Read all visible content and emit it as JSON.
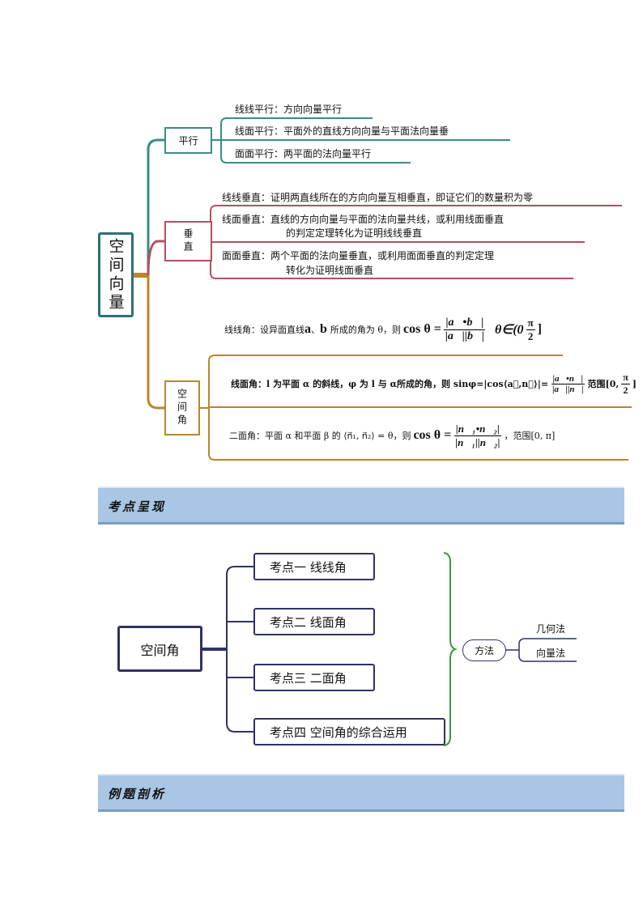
{
  "mindmap1": {
    "root": "空间向量",
    "colors": {
      "root": "#2e6f7a",
      "parallel": "#3a8c86",
      "perpendicular": "#b3505f",
      "angle": "#b8862b"
    },
    "parallel": {
      "label": "平行",
      "items": [
        "线线平行：方向向量平行",
        "线面平行：平面外的直线方向向量与平面法向量垂",
        "面面平行：两平面的法向量平行"
      ]
    },
    "perpendicular": {
      "label": "垂直",
      "items": [
        {
          "line1": "线线垂直：证明两直线所在的方向向量互相垂直，即证它们的数量积为零"
        },
        {
          "line1": "线面垂直：直线的方向向量与平面的法向量共线，或利用线面垂直",
          "line2": "的判定定理转化为证明线线垂直"
        },
        {
          "line1": "面面垂直：两个平面的法向量垂直，或利用面面垂直的判定定理",
          "line2": "转化为证明线面垂直"
        }
      ]
    },
    "angle": {
      "label": "空间角",
      "line_angle": {
        "prefix": "线线角：设异面直线",
        "a": "a",
        "sep": "、",
        "b": "b",
        "mid": "所成的角为 θ，则",
        "cos": "cos θ =",
        "num": "|a⃗•b⃗|",
        "den": "|a⃗||b⃗|",
        "range": "θ∈(0",
        "pi": "π",
        "two": "2",
        "close": "]"
      },
      "line_plane": {
        "prefix": "线面角：l 为平面 α 的斜线，φ 为 l 与 α所成的角，则 sinφ=|cos⟨a⃗,n⃗⟩|=",
        "num": "|a⃗•n⃗|",
        "den": "|a⃗||n⃗|",
        "range": "范围[0,",
        "pi": "π",
        "two": "2",
        "close": "]"
      },
      "dihedral": {
        "prefix": "二面角：平面 α 和平面 β 的 ⟨n⃗₁, n⃗₂⟩ = θ，则",
        "cos": "cos θ =",
        "num": "|n⃗₁•n⃗₂|",
        "den": "|n⃗₁||n⃗₂|",
        "range": "，范围[0, π]"
      }
    }
  },
  "banners": [
    "考点呈现",
    "例题剖析"
  ],
  "mindmap2": {
    "root": "空间角",
    "color": "#2f3266",
    "items": [
      "考点一  线线角",
      "考点二  线面角",
      "考点三  二面角",
      "考点四  空间角的综合运用"
    ],
    "method": {
      "label": "方法",
      "options": [
        "几何法",
        "向量法"
      ]
    }
  }
}
